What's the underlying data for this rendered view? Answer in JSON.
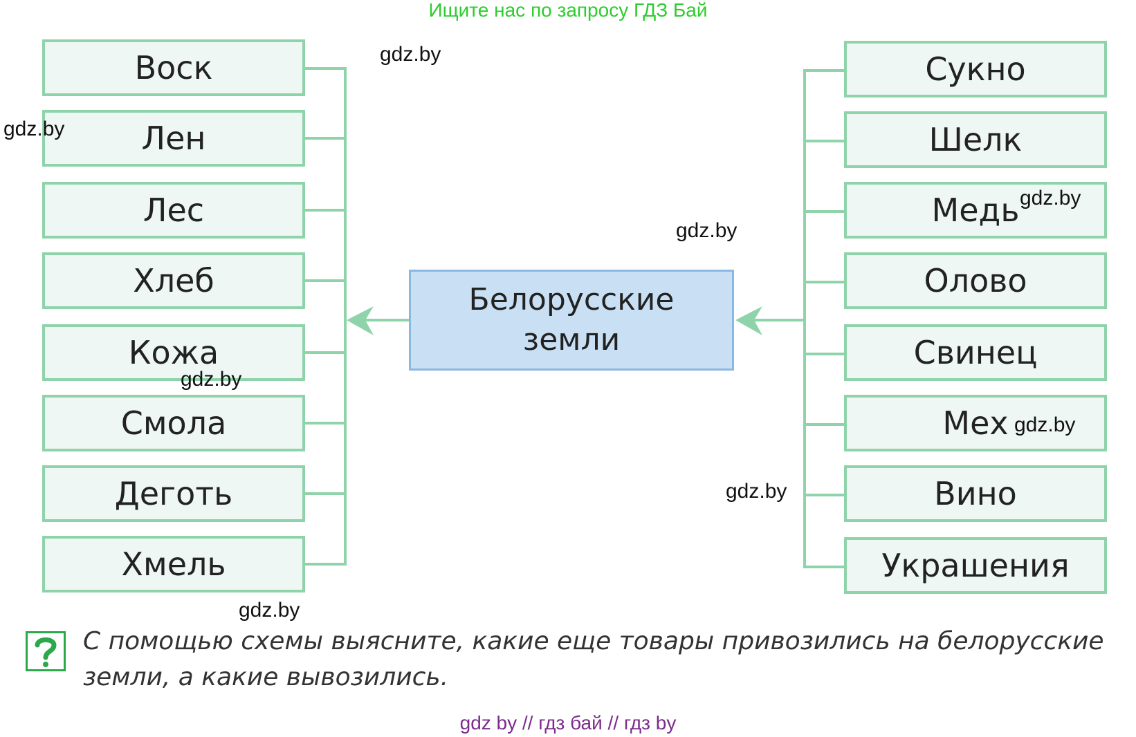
{
  "banner": "Ищите нас по запросу ГДЗ Бай",
  "center": {
    "line1": "Белорусские",
    "line2": "земли"
  },
  "left_items": [
    "Воск",
    "Лен",
    "Лес",
    "Хлеб",
    "Кожа",
    "Смола",
    "Деготь",
    "Хмель"
  ],
  "right_items": [
    "Сукно",
    "Шелк",
    "Медь",
    "Олово",
    "Свинец",
    "Мех",
    "Вино",
    "Украшения"
  ],
  "watermark": "gdz.by",
  "question": {
    "icon": "question-mark-icon",
    "text": "С помощью схемы выясните, какие еще товары привозились на белорусские земли, а какие вывозились."
  },
  "footer": "gdz by  //  гдз бай  //  гдз by",
  "colors": {
    "green_border": "#8fd3aa",
    "box_fill": "#eef7f3",
    "center_fill": "#c9e0f4",
    "center_border": "#8ab8e0",
    "banner": "#2ecc2e",
    "footer": "#7b2d8b"
  }
}
